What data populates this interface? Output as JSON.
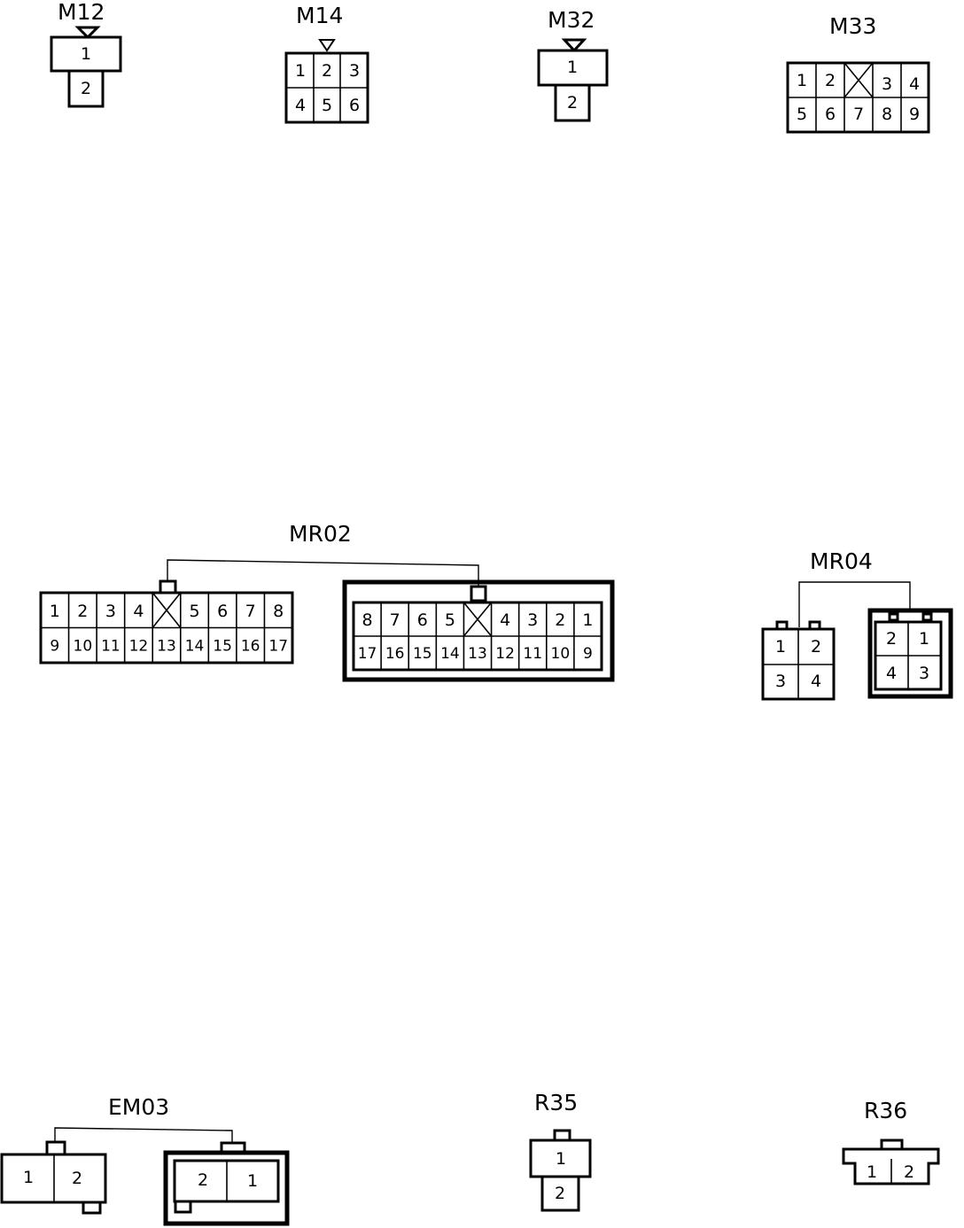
{
  "connectors": {
    "m12": {
      "label": "M12",
      "pins": [
        "1",
        "2"
      ]
    },
    "m14": {
      "label": "M14",
      "pins": [
        "1",
        "2",
        "3",
        "4",
        "5",
        "6"
      ]
    },
    "m32": {
      "label": "M32",
      "pins": [
        "1",
        "2"
      ]
    },
    "m33": {
      "label": "M33",
      "pins": [
        "1",
        "2",
        "3",
        "4",
        "5",
        "6",
        "7",
        "8",
        "9"
      ]
    },
    "mr02": {
      "label": "MR02",
      "left_pins": [
        "1",
        "2",
        "3",
        "4",
        "5",
        "6",
        "7",
        "8",
        "9",
        "10",
        "11",
        "12",
        "13",
        "14",
        "15",
        "16",
        "17"
      ],
      "right_pins": [
        "8",
        "7",
        "6",
        "5",
        "4",
        "3",
        "2",
        "1",
        "17",
        "16",
        "15",
        "14",
        "13",
        "12",
        "11",
        "10",
        "9"
      ]
    },
    "mr04": {
      "label": "MR04",
      "left_pins": [
        "1",
        "2",
        "3",
        "4"
      ],
      "right_pins": [
        "2",
        "1",
        "4",
        "3"
      ]
    },
    "em03": {
      "label": "EM03",
      "left_pins": [
        "1",
        "2"
      ],
      "right_pins": [
        "2",
        "1"
      ]
    },
    "r35": {
      "label": "R35",
      "pins": [
        "1",
        "2"
      ]
    },
    "r36": {
      "label": "R36",
      "pins": [
        "1",
        "2"
      ]
    }
  }
}
